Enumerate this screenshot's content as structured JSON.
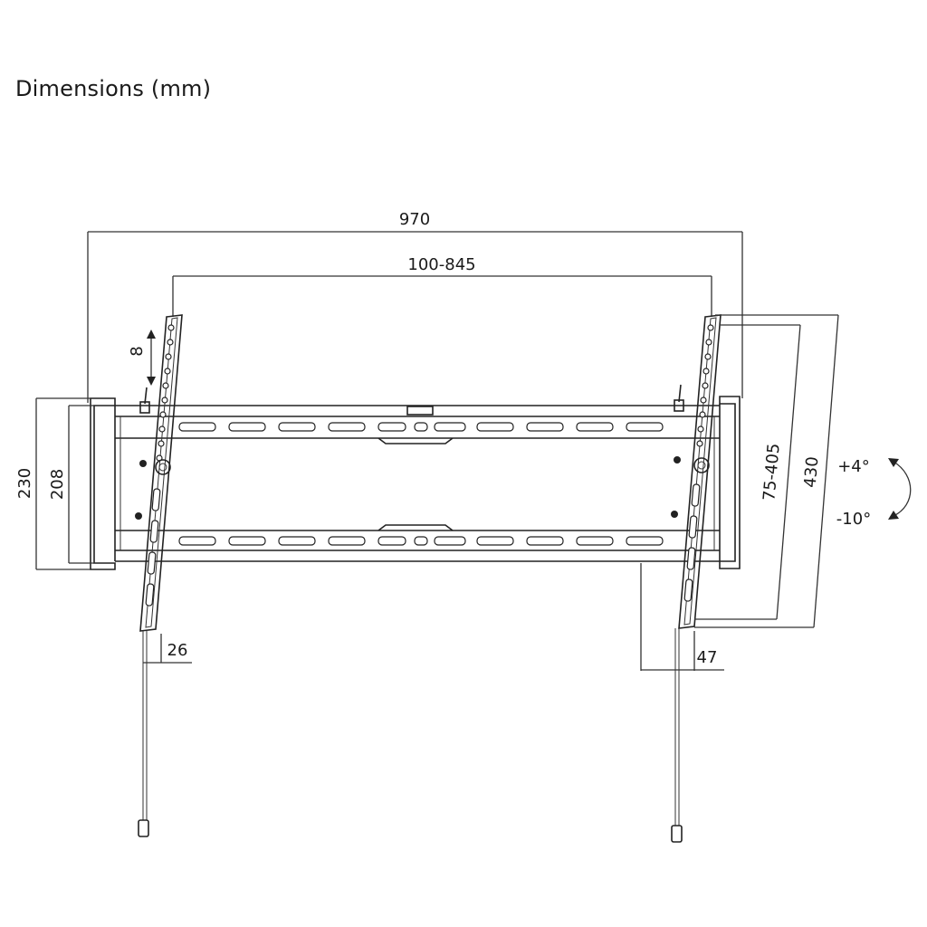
{
  "title": "Dimensions (mm)",
  "dimensions": {
    "overall_width": "970",
    "vesa_width": "100-845",
    "overall_height": "230",
    "rail_height": "208",
    "vesa_height": "75-405",
    "arm_height": "430",
    "vertical_adjust": "8",
    "depth_min": "26",
    "depth_max": "47"
  },
  "tilt": {
    "up": "+4°",
    "down": "-10°"
  },
  "colors": {
    "line": "#222222",
    "background": "#ffffff"
  }
}
